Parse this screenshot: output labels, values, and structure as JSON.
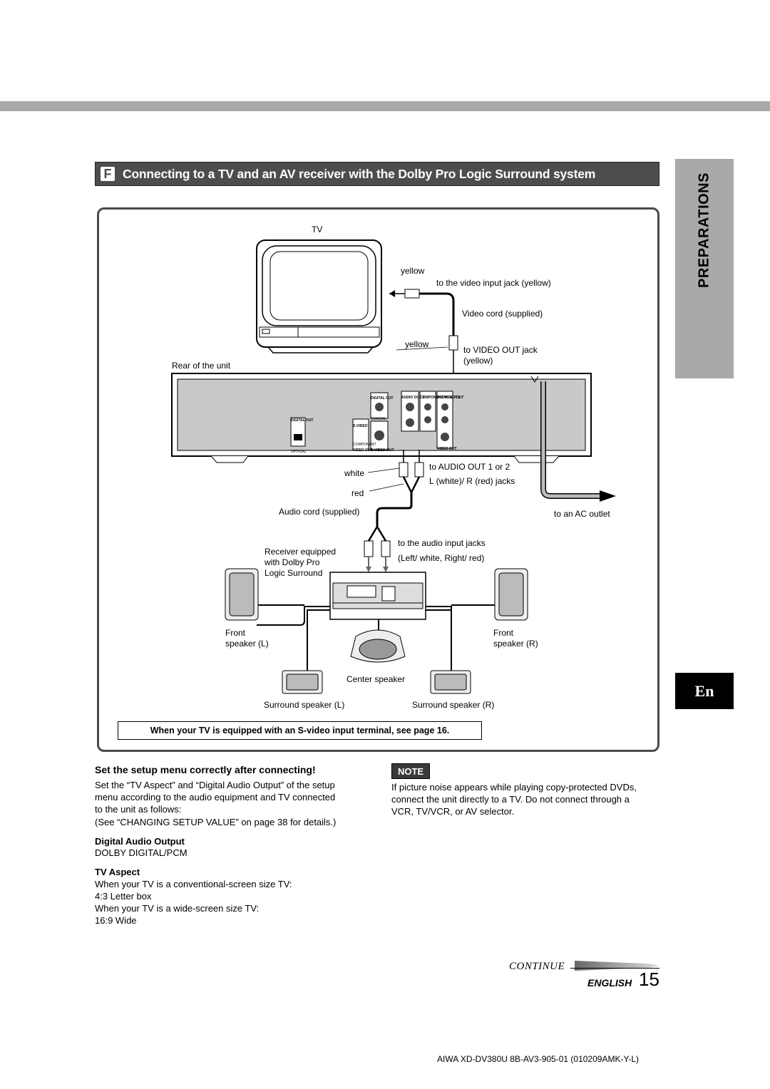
{
  "section": {
    "letter": "F",
    "title": "Connecting to a TV and an AV receiver with the Dolby Pro Logic Surround system"
  },
  "side_tab": {
    "label": "PREPARATIONS"
  },
  "language_badge": "En",
  "diagram": {
    "tv": "TV",
    "yellow_top": "yellow",
    "video_input_jack": "to the video input jack (yellow)",
    "video_cord": "Video cord (supplied)",
    "yellow_bottom": "yellow",
    "video_out_jack_1": "to VIDEO OUT jack",
    "video_out_jack_2": "(yellow)",
    "rear_of_unit": "Rear of the unit",
    "white": "white",
    "red": "red",
    "audio_out_1": "to AUDIO OUT 1 or 2",
    "audio_out_2": "L (white)/ R (red) jacks",
    "audio_cord": "Audio cord (supplied)",
    "ac_outlet": "to an AC outlet",
    "receiver_1": "Receiver equipped",
    "receiver_2": "with Dolby Pro",
    "receiver_3": "Logic Surround",
    "audio_input_1": "to the audio input jacks",
    "audio_input_2": "(Left/ white, Right/ red)",
    "front_l_1": "Front",
    "front_l_2": "speaker (L)",
    "front_r_1": "Front",
    "front_r_2": "speaker (R)",
    "center": "Center speaker",
    "surround_l": "Surround speaker (L)",
    "surround_r": "Surround speaker (R)",
    "panel": {
      "digital_out_optical": "DIGITAL OUT",
      "optical": "OPTICAL",
      "svideo": "S-VIDEO",
      "component": "COMPONENT",
      "video_out": "VIDEO OUT",
      "svideo_out": "S-VIDEO OUT",
      "digital_out_coax": "DIGITAL OUT",
      "coaxial": "COAXIAL",
      "audio_out_2": "AUDIO OUT 2",
      "component_video_out": "COMPONENT VIDEO OUT",
      "audio_out_1": "AUDIO OUT 1",
      "video": "VIDEO OUT"
    }
  },
  "svideo_note": "When your TV is equipped with an S-video input terminal, see page 16.",
  "setup": {
    "heading": "Set the setup menu correctly after connecting!",
    "para_1": "Set the “TV Aspect” and “Digital Audio Output” of the setup",
    "para_2": "menu according to the audio equipment and TV connected",
    "para_3": "to the unit as follows:",
    "para_4": "(See “CHANGING SETUP VALUE” on page 38 for details.)",
    "digital_audio_heading": "Digital Audio Output",
    "digital_audio_value": "DOLBY DIGITAL/PCM",
    "tv_aspect_heading": "TV Aspect",
    "tv_aspect_1": "When your TV is a conventional-screen size TV:",
    "tv_aspect_2": "4:3 Letter box",
    "tv_aspect_3": "When your TV is a wide-screen size TV:",
    "tv_aspect_4": "16:9 Wide"
  },
  "note": {
    "badge": "NOTE",
    "line_1": "If picture noise appears while playing copy-protected DVDs,",
    "line_2": "connect the unit directly to a TV. Do not connect through a",
    "line_3": "VCR, TV/VCR, or AV selector."
  },
  "continue": "CONTINUE",
  "english": "ENGLISH",
  "page_number": "15",
  "footer": "AIWA XD-DV380U 8B-AV3-905-01 (010209AMK-Y-L)"
}
